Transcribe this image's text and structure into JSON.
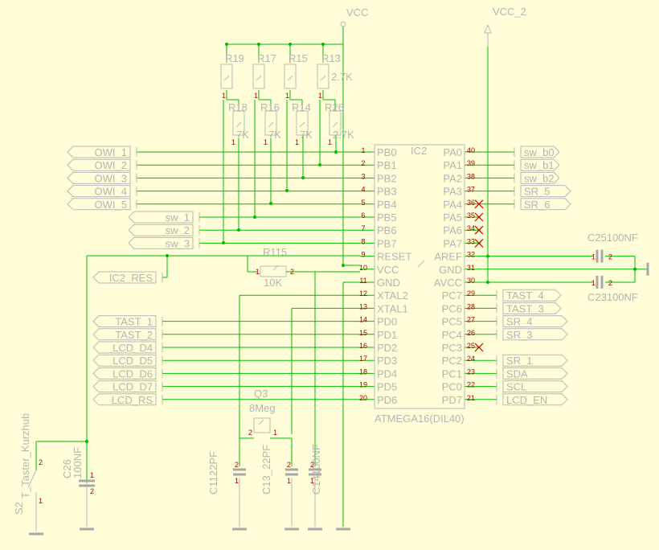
{
  "power": {
    "vcc": "VCC",
    "vcc2": "VCC_2"
  },
  "ic": {
    "ref": "IC2",
    "part": "ATMEGA16(DIL40)",
    "left_pins": [
      {
        "num": "1",
        "name": "PB0"
      },
      {
        "num": "2",
        "name": "PB1"
      },
      {
        "num": "3",
        "name": "PB2"
      },
      {
        "num": "4",
        "name": "PB3"
      },
      {
        "num": "5",
        "name": "PB4"
      },
      {
        "num": "6",
        "name": "PB5"
      },
      {
        "num": "7",
        "name": "PB6"
      },
      {
        "num": "8",
        "name": "PB7"
      },
      {
        "num": "9",
        "name": "RESET"
      },
      {
        "num": "10",
        "name": "VCC"
      },
      {
        "num": "11",
        "name": "GND"
      },
      {
        "num": "12",
        "name": "XTAL2"
      },
      {
        "num": "13",
        "name": "XTAL1"
      },
      {
        "num": "14",
        "name": "PD0"
      },
      {
        "num": "15",
        "name": "PD1"
      },
      {
        "num": "16",
        "name": "PD2"
      },
      {
        "num": "17",
        "name": "PD3"
      },
      {
        "num": "18",
        "name": "PD4"
      },
      {
        "num": "19",
        "name": "PD5"
      },
      {
        "num": "20",
        "name": "PD6"
      }
    ],
    "right_pins": [
      {
        "num": "40",
        "name": "PA0"
      },
      {
        "num": "39",
        "name": "PA1"
      },
      {
        "num": "38",
        "name": "PA2"
      },
      {
        "num": "37",
        "name": "PA3"
      },
      {
        "num": "36",
        "name": "PA4"
      },
      {
        "num": "35",
        "name": "PA5"
      },
      {
        "num": "34",
        "name": "PA6"
      },
      {
        "num": "33",
        "name": "PA7"
      },
      {
        "num": "32",
        "name": "AREF"
      },
      {
        "num": "31",
        "name": "GND"
      },
      {
        "num": "30",
        "name": "AVCC"
      },
      {
        "num": "29",
        "name": "PC7"
      },
      {
        "num": "28",
        "name": "PC6"
      },
      {
        "num": "27",
        "name": "PC5"
      },
      {
        "num": "26",
        "name": "PC4"
      },
      {
        "num": "25",
        "name": "PC3"
      },
      {
        "num": "24",
        "name": "PC2"
      },
      {
        "num": "23",
        "name": "PC1"
      },
      {
        "num": "22",
        "name": "PC0"
      },
      {
        "num": "21",
        "name": "PD7"
      }
    ]
  },
  "left_nets": [
    "OWI_1",
    "OWI_2",
    "OWI_3",
    "OWI_4",
    "OWI_5",
    "sw_1",
    "sw_2",
    "sw_3",
    "IC2_RES",
    "TAST_1",
    "TAST_2",
    "LCD_D4",
    "LCD_D5",
    "LCD_D6",
    "LCD_D7",
    "LCD_RS"
  ],
  "right_nets": [
    "sw_b0",
    "sw_b1",
    "sw_b2",
    "SR_5",
    "SR_6",
    "TAST_4",
    "TAST_3",
    "SR_4",
    "SR_3",
    "SR_1",
    "SDA",
    "SCL",
    "LCD_EN"
  ],
  "resistors_top": [
    {
      "ref": "R19",
      "val": ""
    },
    {
      "ref": "R17",
      "val": ""
    },
    {
      "ref": "R15",
      "val": ""
    },
    {
      "ref": "R13",
      "val": "2.7K"
    }
  ],
  "resistors_bottom": [
    {
      "ref": "R18",
      "val": "7K"
    },
    {
      "ref": "R16",
      "val": "7K"
    },
    {
      "ref": "R14",
      "val": "7K"
    },
    {
      "ref": "R26",
      "val": "2.7K"
    }
  ],
  "reset_resistor": {
    "ref": "R115",
    "val": "10K"
  },
  "crystal": {
    "ref": "Q3",
    "val": "8Meg"
  },
  "caps": {
    "c25": "C25100NF",
    "c23": "C23100NF",
    "c11": "C1122PF",
    "c13": "C13_22PF",
    "c14": "C14100NF",
    "c26_ref": "C26",
    "c26_val": "100NF"
  },
  "switch": {
    "ref": "S2",
    "name": "T_Taster_Kurzhub"
  }
}
